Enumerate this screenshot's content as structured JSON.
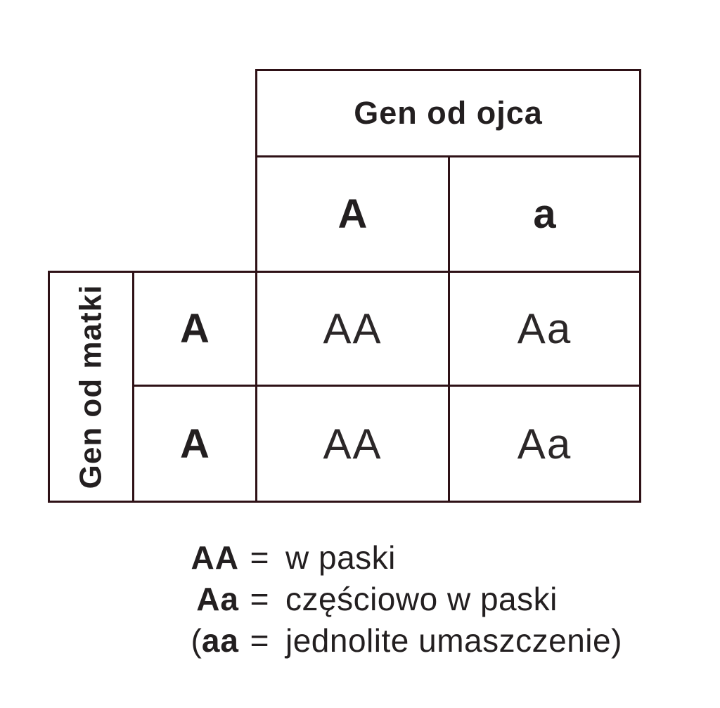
{
  "diagram": {
    "type": "punnett-square",
    "father_axis_label": "Gen od ojca",
    "mother_axis_label": "Gen od matki",
    "father_alleles": [
      "A",
      "a"
    ],
    "mother_alleles": [
      "A",
      "A"
    ],
    "offspring": [
      [
        "AA",
        "Aa"
      ],
      [
        "AA",
        "Aa"
      ]
    ]
  },
  "legend": {
    "entries": [
      {
        "prefix": "",
        "genotype": "AA",
        "equals": "=",
        "description": "w paski",
        "suffix": ""
      },
      {
        "prefix": "",
        "genotype": "Aa",
        "equals": "=",
        "description": "częściowo w paski",
        "suffix": ""
      },
      {
        "prefix": "(",
        "genotype": "aa",
        "equals": "=",
        "description": "jednolite umaszczenie",
        "suffix": ")"
      }
    ]
  },
  "colors": {
    "border": "#2e1116",
    "text": "#231f20",
    "background": "#ffffff"
  }
}
